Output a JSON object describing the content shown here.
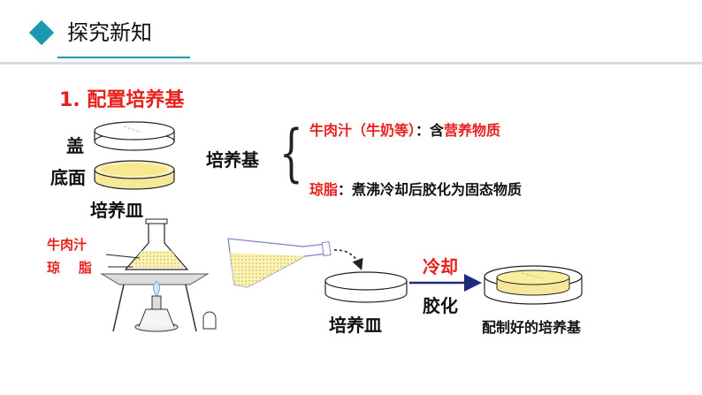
{
  "header": {
    "title": "探究新知",
    "accent_color": "#1a9ab0"
  },
  "section": {
    "title": "1. 配置培养基",
    "title_color": "#e8201d"
  },
  "dish_labels": {
    "lid": "盖",
    "bottom": "底面",
    "dish": "培养皿"
  },
  "medium": {
    "term": "培养基",
    "item1_prefix": "牛肉汁（牛奶等）",
    "item1_mid": "：含",
    "item1_highlight": "营养物质",
    "item2_prefix": "琼脂",
    "item2_text": "：煮沸冷却后胶化为固态物质"
  },
  "flask_labels": {
    "broth": "牛肉汁",
    "agar": "琼    脂"
  },
  "process": {
    "dish_label": "培养皿",
    "step_top": "冷却",
    "step_bottom": "胶化",
    "result_label": "配制好的培养基"
  }
}
